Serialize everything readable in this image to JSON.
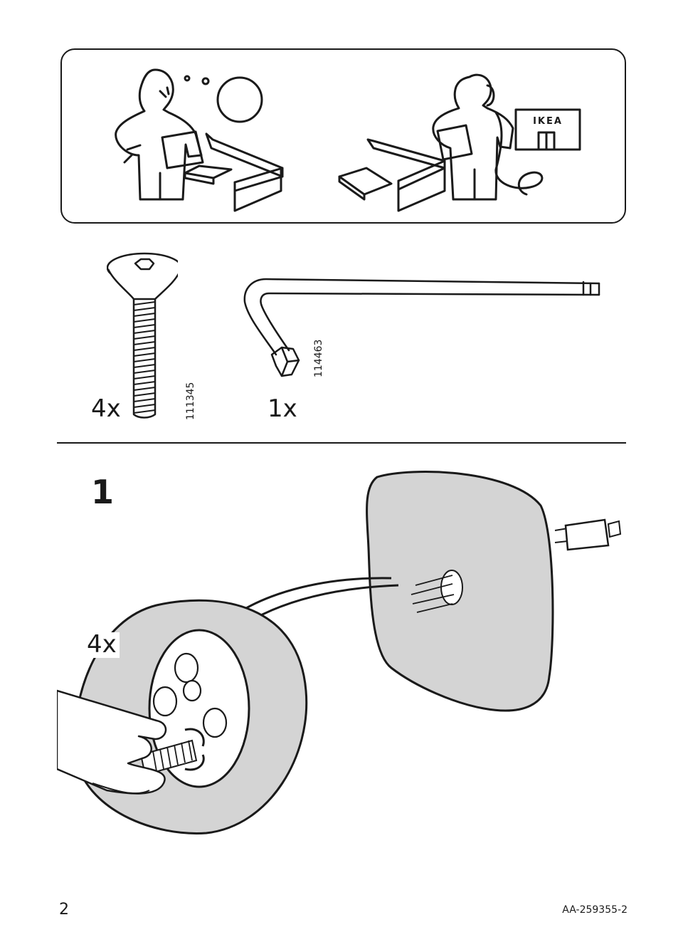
{
  "help_panel": {
    "sign_text": "IKEA"
  },
  "parts": [
    {
      "quantity": "4x",
      "part_number": "111345",
      "icon": "screw-icon"
    },
    {
      "quantity": "1x",
      "part_number": "114463",
      "icon": "allen-key-icon"
    }
  ],
  "step": {
    "number": "1",
    "quantity": "4x"
  },
  "footer": {
    "page_number": "2",
    "document_code": "AA-259355-2"
  },
  "colors": {
    "line": "#1a1a1a",
    "surface_gray": "#d4d4d4"
  }
}
